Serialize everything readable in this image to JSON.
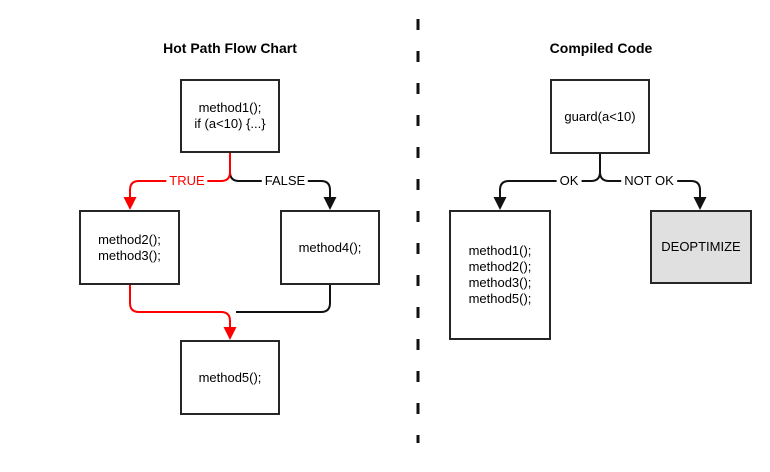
{
  "left_panel": {
    "title": "Hot Path Flow Chart",
    "nodes": {
      "method1": "method1();\nif (a<10) {...}",
      "method23": "method2();\nmethod3();",
      "method4": "method4();",
      "method5": "method5();"
    },
    "branch_labels": {
      "true": "TRUE",
      "false": "FALSE"
    }
  },
  "right_panel": {
    "title": "Compiled Code",
    "nodes": {
      "guard": "guard(a<10)",
      "inlined_methods": "method1();\nmethod2();\nmethod3();\nmethod5();",
      "deoptimize": "DEOPTIMIZE"
    },
    "branch_labels": {
      "ok": "OK",
      "not_ok": "NOT OK"
    }
  },
  "colors": {
    "hot_path_red": "#ff0000",
    "line_black": "#111111",
    "node_border": "#262626",
    "deoptimize_fill": "#e0e0e0",
    "background": "#ffffff"
  }
}
